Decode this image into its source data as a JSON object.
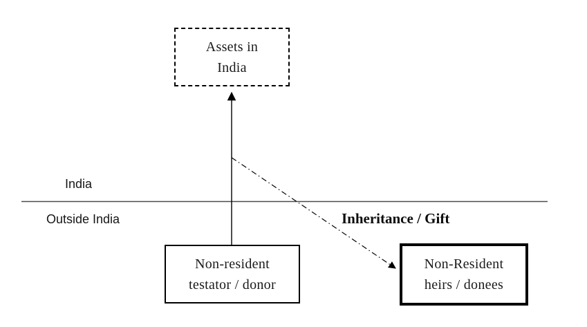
{
  "diagram": {
    "boxes": {
      "assets_in_india": {
        "line1": "Assets in",
        "line2": "India"
      },
      "testator_donor": {
        "line1": "Non-resident",
        "line2": "testator / donor"
      },
      "heirs_donees": {
        "line1": "Non-Resident",
        "line2": "heirs / donees"
      }
    },
    "labels": {
      "india": "India",
      "outside_india": "Outside India",
      "inheritance_gift": "Inheritance / Gift"
    },
    "colors": {
      "connector": "#000000",
      "divider": "#4a4a4a",
      "box_border": "#000000",
      "background": "#ffffff"
    }
  }
}
